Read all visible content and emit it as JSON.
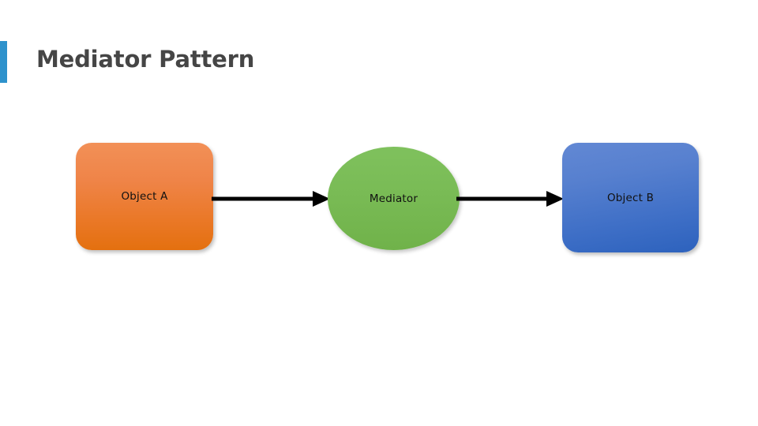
{
  "slide": {
    "title": "Mediator Pattern",
    "background_color": "#ffffff",
    "accent_bar_color": "#2e92cc",
    "title_color": "#454545"
  },
  "diagram": {
    "type": "flow",
    "nodes": [
      {
        "id": "object-a",
        "label": "Object A",
        "shape": "rounded-rectangle",
        "fill_top": "#f29057",
        "fill_bottom": "#e4700f",
        "text_color": "#111111"
      },
      {
        "id": "mediator",
        "label": "Mediator",
        "shape": "ellipse",
        "fill_top": "#7fc15d",
        "fill_bottom": "#70b24a",
        "text_color": "#111111"
      },
      {
        "id": "object-b",
        "label": "Object B",
        "shape": "rounded-rectangle",
        "fill_top": "#6288d4",
        "fill_bottom": "#2d62bd",
        "text_color": "#111111"
      }
    ],
    "connectors": [
      {
        "id": "arrow-a-to-mediator",
        "from": "object-a",
        "to": "mediator",
        "style": "solid-arrow",
        "color": "#000000",
        "label": ""
      },
      {
        "id": "arrow-mediator-to-b",
        "from": "mediator",
        "to": "object-b",
        "style": "solid-arrow",
        "color": "#000000",
        "label": ""
      }
    ]
  }
}
